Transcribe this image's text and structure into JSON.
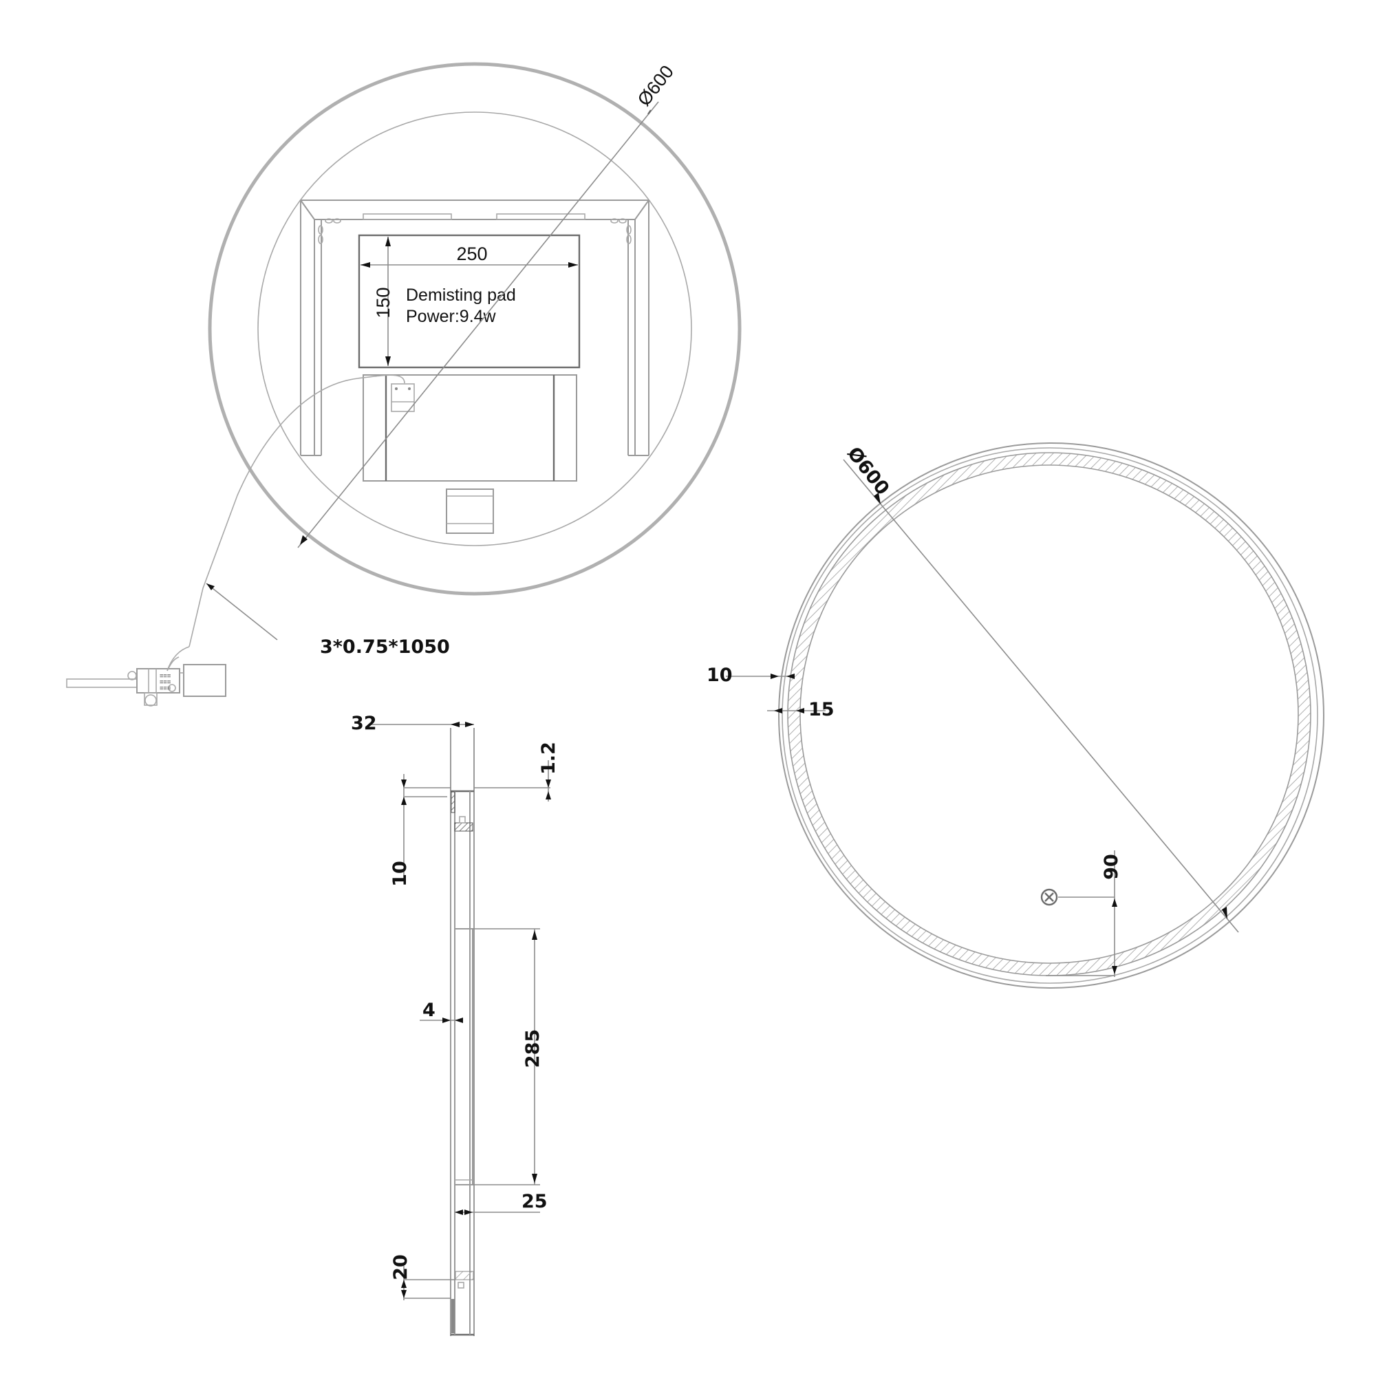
{
  "drawing": {
    "title": "Round LED mirror technical drawing",
    "views": {
      "back_view": {
        "diameter_label": "Ø600",
        "pad_width_label": "250",
        "pad_height_label": "150",
        "pad_text_line1": "Demisting pad",
        "pad_text_line2": "Power:9.4w",
        "cable_label": "3*0.75*1050"
      },
      "side_section": {
        "depth_label": "32",
        "glass_label": "1.2",
        "top_offset_label": "10",
        "gap_label": "4",
        "bracket_length_label": "285",
        "bracket_depth_label": "25",
        "bottom_offset_label": "20"
      },
      "front_view": {
        "diameter_label": "Ø600",
        "frame_outer_label": "10",
        "frame_band_label": "15",
        "switch_offset_label": "90",
        "switch_icon": "touch-switch-icon"
      }
    },
    "colors": {
      "line": "#9a9a9a",
      "text": "#111111",
      "background": "#ffffff"
    }
  }
}
